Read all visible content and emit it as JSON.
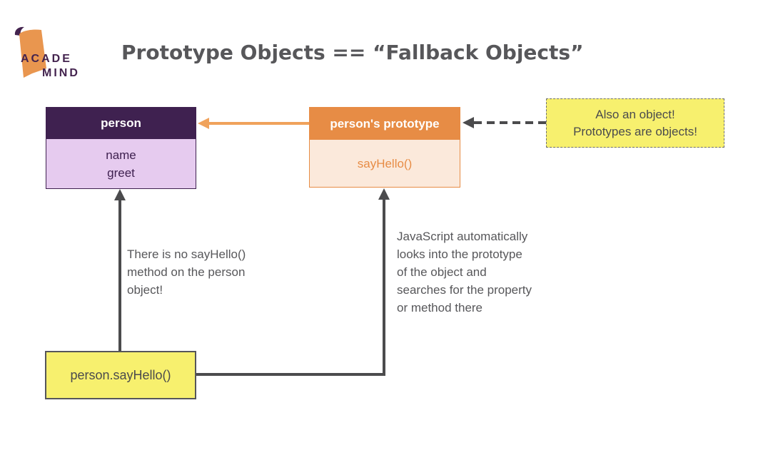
{
  "logo": {
    "line1": "ACADE",
    "line2": "MIND"
  },
  "title": "Prototype Objects == “Fallback Objects”",
  "diagram": {
    "person_box": {
      "header": "person",
      "members": [
        "name",
        "greet"
      ]
    },
    "prototype_box": {
      "header": "person's prototype",
      "members": [
        "sayHello()"
      ]
    },
    "note_box": {
      "text": "Also an object!\nPrototypes are objects!"
    },
    "call_box": {
      "label": "person.sayHello()"
    },
    "annotation_left": "There is no sayHello()\nmethod on the person\nobject!",
    "annotation_right": "JavaScript automatically\nlooks into the prototype\nof the object and\nsearches for the property\nor method there"
  },
  "colors": {
    "dark_purple": "#3F2150",
    "light_purple": "#E6CBEF",
    "orange": "#E78C45",
    "arrow_orange": "#F0A25B",
    "light_peach": "#FBE9DB",
    "yellow": "#F7F06E",
    "text_gray": "#57575A",
    "connector_gray": "#4B4B4D"
  }
}
